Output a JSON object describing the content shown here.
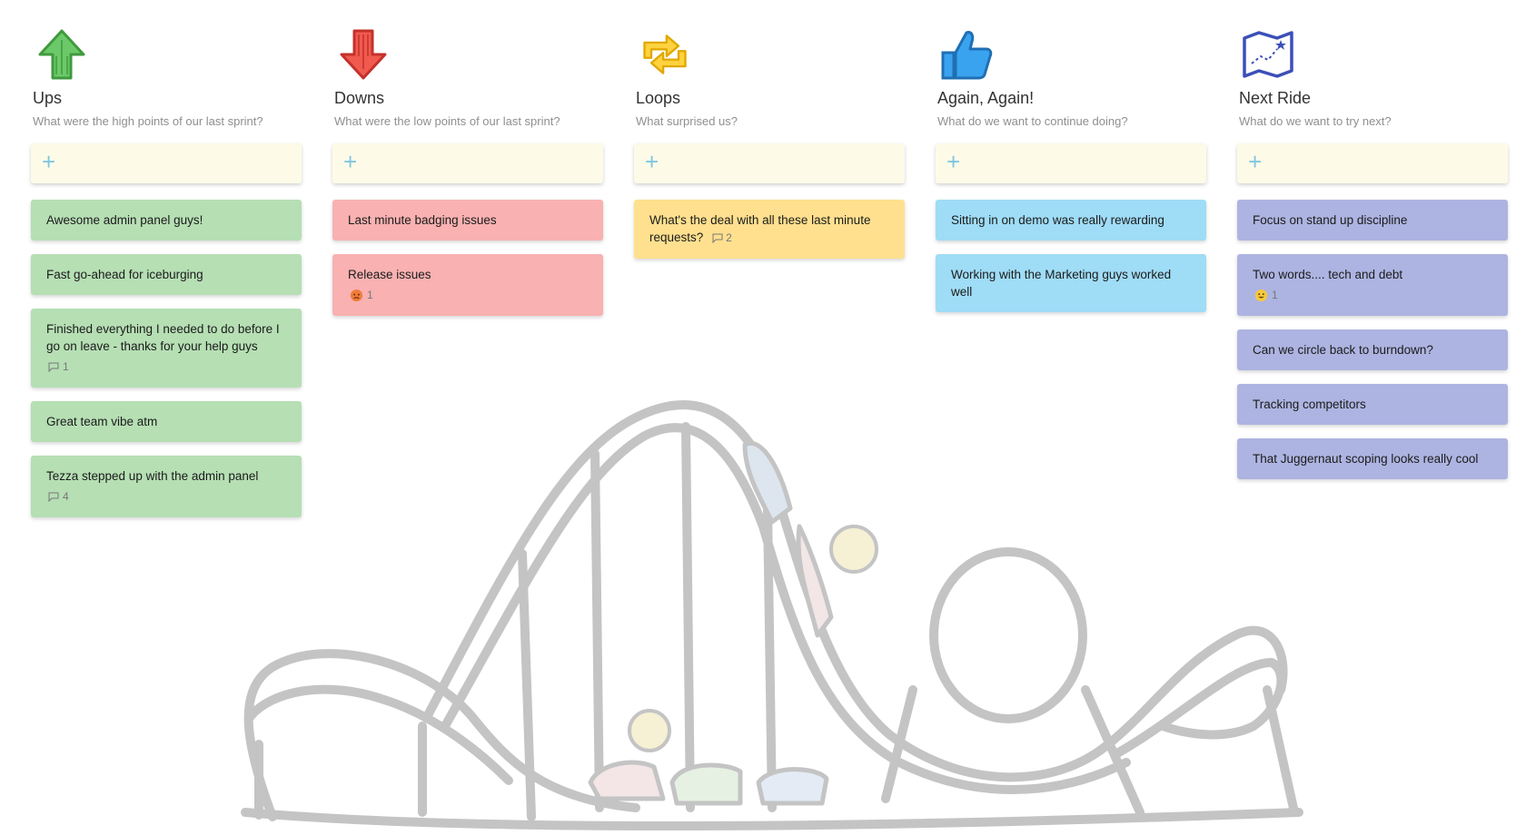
{
  "columns": [
    {
      "key": "ups",
      "title": "Ups",
      "subtitle": "What were the high points of our last sprint?",
      "icon": "up-arrow-icon",
      "color": "#4caf50",
      "card_color": "#b6dfb4",
      "add_label": "+",
      "cards": [
        {
          "text": "Awesome admin panel guys!"
        },
        {
          "text": "Fast go-ahead for iceburging"
        },
        {
          "text": "Finished everything I needed to do before I go on leave - thanks for your help guys",
          "comments": "1"
        },
        {
          "text": "Great team vibe atm"
        },
        {
          "text": "Tezza stepped up with the admin panel",
          "comments": "4"
        }
      ]
    },
    {
      "key": "downs",
      "title": "Downs",
      "subtitle": "What were the low points of our last sprint?",
      "icon": "down-arrow-icon",
      "color": "#f44336",
      "card_color": "#f9b1b1",
      "add_label": "+",
      "cards": [
        {
          "text": "Last minute badging issues"
        },
        {
          "text": "Release issues",
          "reaction": "angry-emoji-icon",
          "reaction_count": "1"
        }
      ]
    },
    {
      "key": "loops",
      "title": "Loops",
      "subtitle": "What surprised us?",
      "icon": "loop-arrows-icon",
      "color": "#ffc107",
      "card_color": "#ffe08f",
      "add_label": "+",
      "cards": [
        {
          "text": "What's the deal with all these last minute requests?",
          "comments": "2"
        }
      ]
    },
    {
      "key": "again",
      "title": "Again, Again!",
      "subtitle": "What do we want to continue doing?",
      "icon": "thumbs-up-icon",
      "color": "#2196f3",
      "card_color": "#9fdcf6",
      "add_label": "+",
      "cards": [
        {
          "text": "Sitting in on demo was really rewarding"
        },
        {
          "text": "Working with the Marketing guys worked well"
        }
      ]
    },
    {
      "key": "next",
      "title": "Next Ride",
      "subtitle": "What do we want to try next?",
      "icon": "map-icon",
      "color": "#3f51b5",
      "card_color": "#adb4e1",
      "add_label": "+",
      "cards": [
        {
          "text": "Focus on stand up discipline"
        },
        {
          "text": "Two words.... tech and debt",
          "reaction": "grinning-emoji-icon",
          "reaction_count": "1"
        },
        {
          "text": "Can we circle back to burndown?"
        },
        {
          "text": "Tracking competitors"
        },
        {
          "text": "That Juggernaut scoping looks really cool"
        }
      ]
    }
  ]
}
